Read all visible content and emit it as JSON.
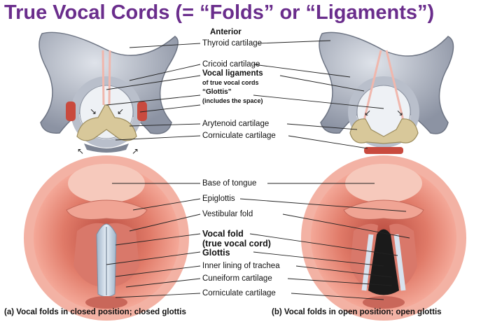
{
  "title": "True Vocal Cords (= “Folds” or “Ligaments”)",
  "labels": {
    "anterior": "Anterior",
    "thyroid": "Thyroid cartilage",
    "cricoid": "Cricoid cartilage",
    "vocal_ligaments": "Vocal ligaments",
    "vocal_ligaments_sub": "of true vocal cords",
    "glottis_q": "“Glottis”",
    "glottis_sub": "(includes the space)",
    "arytenoid": "Arytenoid cartilage",
    "corniculate_top": "Corniculate cartilage",
    "base_tongue": "Base of tongue",
    "epiglottis": "Epiglottis",
    "vestibular": "Vestibular fold",
    "vocal_fold": "Vocal fold",
    "vocal_fold_sub": "(true vocal cord)",
    "glottis": "Glottis",
    "inner_lining": "Inner lining of trachea",
    "cuneiform": "Cuneiform cartilage",
    "corniculate_bottom": "Corniculate cartilage"
  },
  "captions": {
    "a": "(a) Vocal folds in closed position; closed glottis",
    "b": "(b) Vocal folds in open position; open glottis"
  },
  "colors": {
    "title": "#6a2d8c",
    "cartilage": "#a8aebb",
    "arytenoid": "#d8c89a",
    "tissue": "#e88a78",
    "ligament": "#f4c9c0"
  }
}
